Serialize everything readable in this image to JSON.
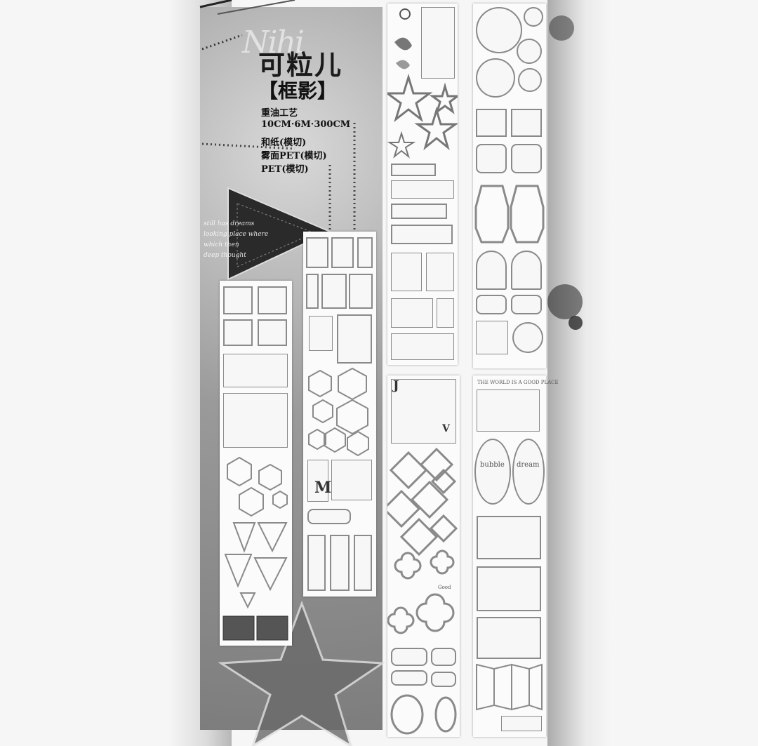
{
  "product": {
    "script_title": "Nihi",
    "brand": "可粒儿",
    "series": "【框影】",
    "craft": "重油工艺",
    "size": "10CM·6M·300CM",
    "materials": [
      "和纸(模切)",
      "雾面PET(模切)",
      "PET(模切)"
    ]
  },
  "cover_lines": [
    "still has dreams",
    "looking place where",
    "which then",
    "deep thought"
  ],
  "strip_labels": {
    "world": "THE WORLD IS A GOOD PLACE",
    "bubble": "bubble",
    "dream": "dream",
    "good": "Good"
  },
  "letters": {
    "m": "M",
    "j": "J",
    "v": "V"
  },
  "colors": {
    "background": "#f6f6f6",
    "cover": "#8f8f8f",
    "strip": "#fbfbfb",
    "frame": "#8a8a8a"
  }
}
